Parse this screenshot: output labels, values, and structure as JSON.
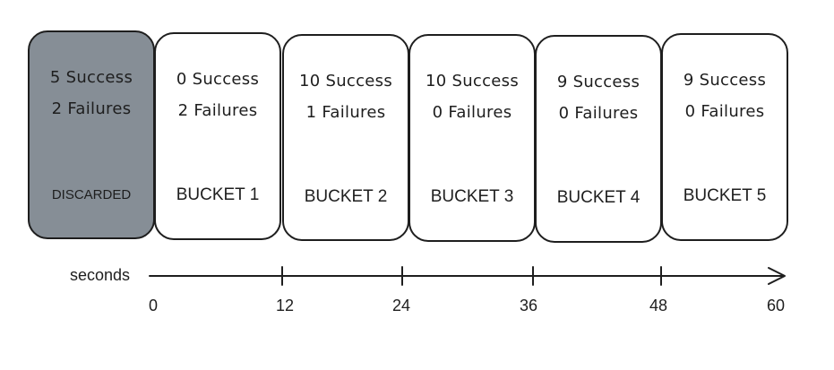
{
  "buckets": [
    {
      "success": "5 Success",
      "failures": "2 Failures",
      "label": "DISCARDED",
      "fill": "#868e96"
    },
    {
      "success": "0 Success",
      "failures": "2 Failures",
      "label": "BUCKET 1",
      "fill": "#ffffff"
    },
    {
      "success": "10 Success",
      "failures": "1 Failures",
      "label": "BUCKET 2",
      "fill": "#ffffff"
    },
    {
      "success": "10 Success",
      "failures": "0 Failures",
      "label": "BUCKET 3",
      "fill": "#ffffff"
    },
    {
      "success": "9 Success",
      "failures": "0 Failures",
      "label": "BUCKET 4",
      "fill": "#ffffff"
    },
    {
      "success": "9 Success",
      "failures": "0 Failures",
      "label": "BUCKET 5",
      "fill": "#ffffff"
    }
  ],
  "axis": {
    "title": "seconds",
    "ticks": [
      "0",
      "12",
      "24",
      "36",
      "48",
      "60"
    ],
    "range": [
      0,
      60
    ]
  },
  "colors": {
    "stroke": "#1e1e1e",
    "discarded_fill": "#868e96"
  }
}
